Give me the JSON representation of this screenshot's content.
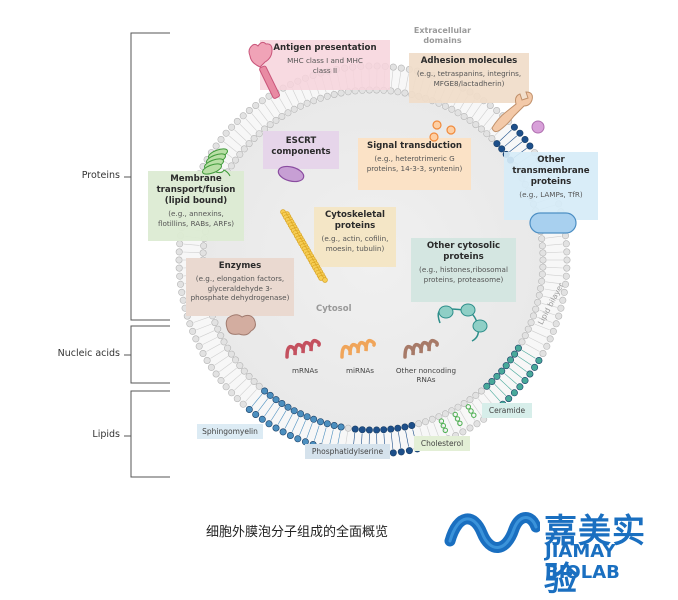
{
  "figure": {
    "title": "Comprehensive overview of extracellular vesicle molecular composition",
    "caption": "细胞外膜泡分子组成的全面概览",
    "region_labels": {
      "extracellular": "Extracellular domains",
      "cytosol": "Cytosol",
      "bilayer": "Lipid bilayer"
    },
    "categories": [
      {
        "label": "Proteins"
      },
      {
        "label": "Nucleic acids"
      },
      {
        "label": "Lipids"
      }
    ],
    "proteins": {
      "antigen": {
        "title": "Antigen presentation",
        "detail": "MHC class I and MHC class II",
        "color": "#f7d4dc"
      },
      "adhesion": {
        "title": "Adhesion molecules",
        "detail": "(e.g., tetraspanins, integrins, MFGE8/lactadherin)",
        "color": "#f0dcc9"
      },
      "escrt": {
        "title": "ESCRT components",
        "color": "#e6d5ea"
      },
      "signal": {
        "title": "Signal transduction",
        "detail": "(e.g., heterotrimeric G proteins, 14-3-3, syntenin)",
        "color": "#fbe2c6"
      },
      "other_tm": {
        "title": "Other transmembrane proteins",
        "detail": "(e.g., LAMPs, TfR)",
        "color": "#d6ebf7"
      },
      "membrane": {
        "title": "Membrane transport/fusion (lipid bound)",
        "detail": "(e.g., annexins, flotillins, RABs, ARFs)",
        "color": "#dcebd3"
      },
      "cytoskeletal": {
        "title": "Cytoskeletal proteins",
        "detail": "(e.g., actin, cofilin, moesin, tubulin)",
        "color": "#f4e6c6"
      },
      "other_cyto": {
        "title": "Other cytosolic proteins",
        "detail": "(e.g., histones,ribosomal proteins, proteasome)",
        "color": "#d4e6e1"
      },
      "enzymes": {
        "title": "Enzymes",
        "detail": "(e.g., elongation factors, glyceraldehyde 3-phosphate dehydrogenase)",
        "color": "#ead9d0"
      }
    },
    "nucleic_acids": [
      {
        "label": "mRNAs",
        "color": "#c4515f"
      },
      {
        "label": "miRNAs",
        "color": "#f0a55a"
      },
      {
        "label": "Other noncoding RNAs",
        "color": "#a77a68"
      }
    ],
    "lipids": [
      {
        "label": "Sphingomyelin",
        "color": "#dcebf4"
      },
      {
        "label": "Phosphatidylserine",
        "color": "#d5e2ec"
      },
      {
        "label": "Cholesterol",
        "color": "#e3efd6"
      },
      {
        "label": "Ceramide",
        "color": "#d7eeea"
      }
    ]
  },
  "logo": {
    "name_cn": "嘉美实验",
    "name_en": "JIAMAY BIOLAB",
    "color": "#1a6fc0"
  }
}
